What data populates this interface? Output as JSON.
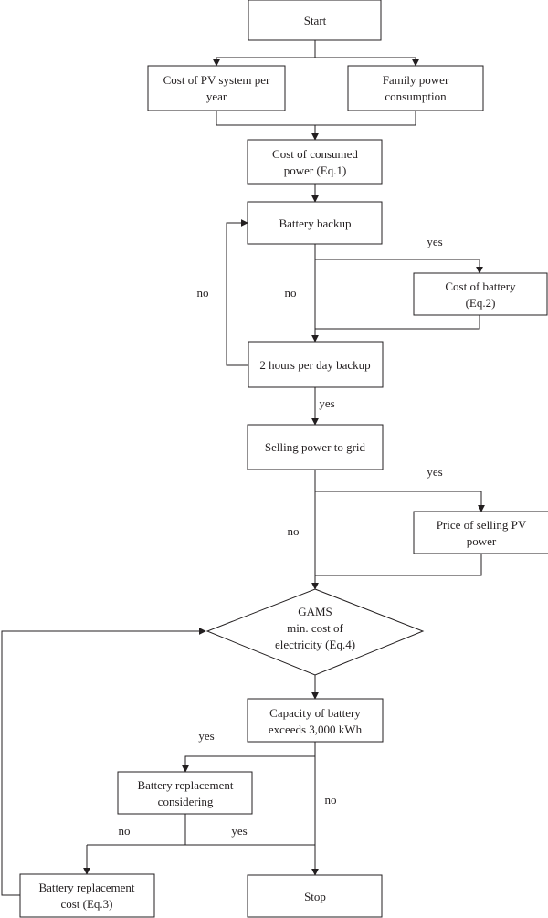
{
  "nodes": {
    "start": [
      "Start"
    ],
    "pv_cost": [
      "Cost of PV system per",
      "year"
    ],
    "family_power": [
      "Family power",
      "consumption"
    ],
    "consumed_cost": [
      "Cost of consumed",
      "power (Eq.1)"
    ],
    "battery_backup": [
      "Battery backup"
    ],
    "battery_cost": [
      "Cost of battery",
      "(Eq.2)"
    ],
    "two_hours": [
      "2 hours per day backup"
    ],
    "selling_grid": [
      "Selling power to grid"
    ],
    "selling_price": [
      "Price of selling PV",
      "power"
    ],
    "gams": [
      "GAMS",
      "min. cost of",
      "electricity (Eq.4)"
    ],
    "capacity": [
      "Capacity of battery",
      "exceeds 3,000 kWh"
    ],
    "replacement_considering": [
      "Battery replacement",
      "considering"
    ],
    "replacement_cost": [
      "Battery replacement",
      "cost (Eq.3)"
    ],
    "stop": [
      "Stop"
    ]
  },
  "edge_labels": {
    "backup_yes": "yes",
    "backup_no": "no",
    "backup_loop_no": "no",
    "two_hours_yes": "yes",
    "selling_yes": "yes",
    "selling_no": "no",
    "capacity_yes": "yes",
    "capacity_no": "no",
    "replacement_no": "no",
    "replacement_yes": "yes"
  }
}
